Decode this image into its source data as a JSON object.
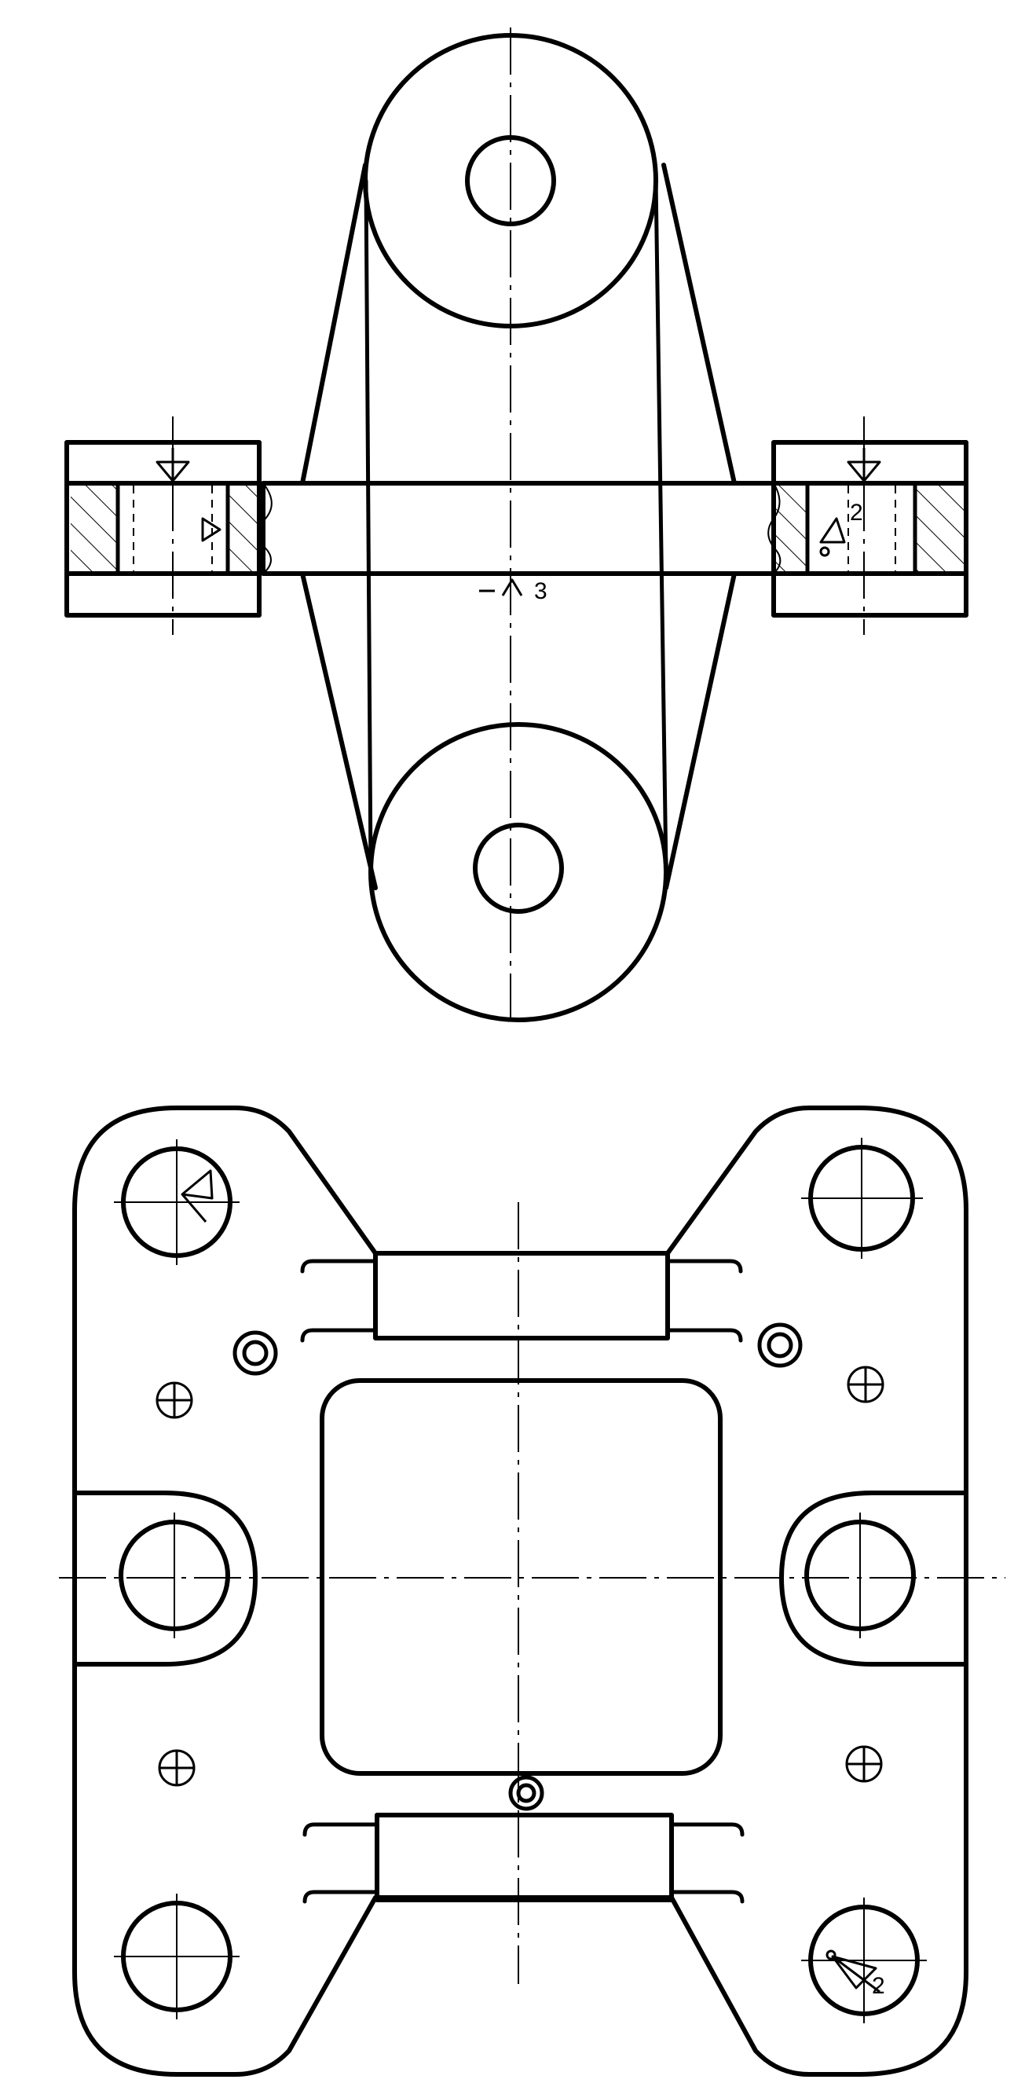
{
  "annotations": {
    "weld_size_right": "2",
    "weld_size_center": "3",
    "weld_size_bottom_right": "2"
  }
}
